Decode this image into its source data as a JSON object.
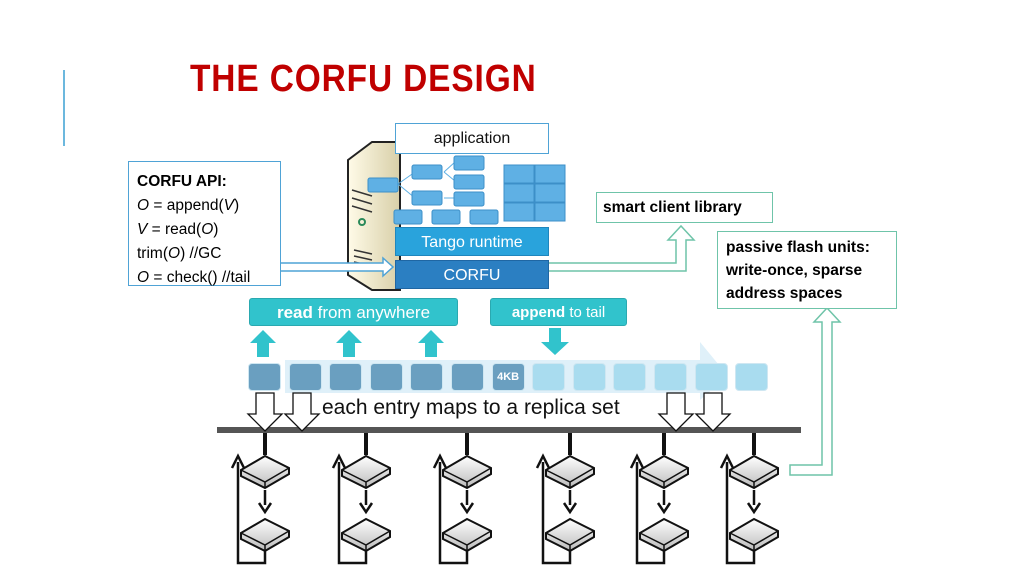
{
  "slide": {
    "title": "THE CORFU DESIGN"
  },
  "stack": {
    "application": "application",
    "tango": "Tango runtime",
    "corfu": "CORFU"
  },
  "api": {
    "heading": "CORFU API:",
    "lines": [
      {
        "pre": "O",
        "mid": " = append(",
        "arg": "V",
        "post": ")"
      },
      {
        "pre": "V",
        "mid": " = read(",
        "arg": "O",
        "post": ")"
      },
      {
        "pre": "",
        "mid": "trim(",
        "arg": "O",
        "post": ") //GC"
      },
      {
        "pre": "O",
        "mid": " = check() //tail",
        "arg": "",
        "post": ""
      }
    ]
  },
  "labels": {
    "smart_client": "smart client library",
    "passive_flash": "passive flash units: write-once, sparse address spaces"
  },
  "pills": {
    "read_bold": "read",
    "read_rest": " from anywhere",
    "append_bold": "append",
    "append_rest": " to tail"
  },
  "log": {
    "entry_label": "4KB",
    "written_count": 7,
    "total_count": 13
  },
  "caption": "each entry maps to a replica set",
  "colors": {
    "title": "#c00000",
    "accent": "#31c3cc",
    "tango": "#29a3dc",
    "corfu": "#2b7fc2",
    "written": "#6a9fc0",
    "unwritten": "#a9dcef"
  }
}
